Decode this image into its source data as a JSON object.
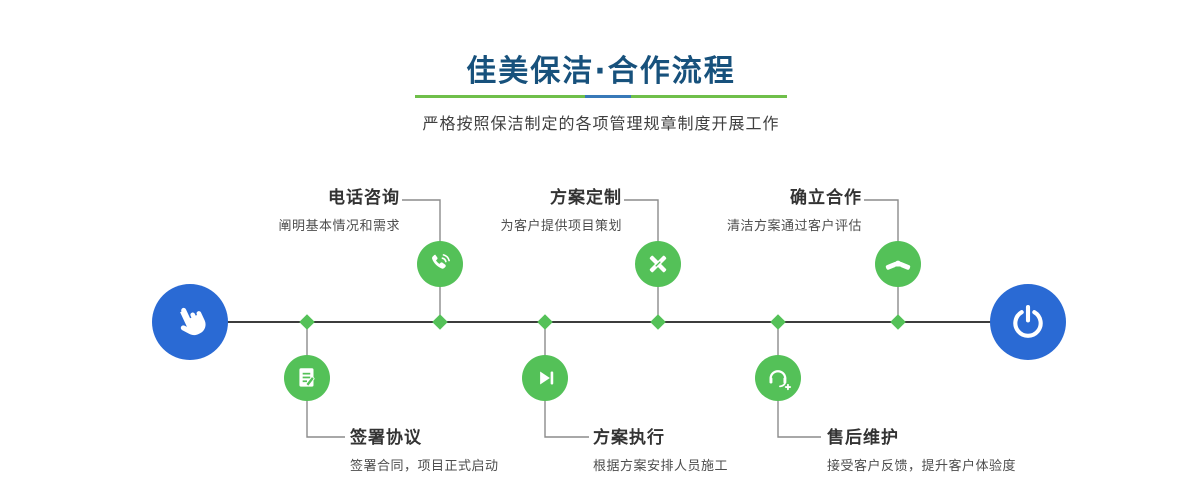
{
  "header": {
    "title": "佳美保洁·合作流程",
    "subtitle": "严格按照保洁制定的各项管理规章制度开展工作"
  },
  "timeline": {
    "start": {
      "icon": "pointing-hand-icon"
    },
    "end": {
      "icon": "power-icon"
    },
    "top_steps": [
      {
        "title": "电话咨询",
        "desc": "阐明基本情况和需求",
        "icon": "phone-icon"
      },
      {
        "title": "方案定制",
        "desc": "为客户提供项目策划",
        "icon": "pen-ruler-icon"
      },
      {
        "title": "确立合作",
        "desc": "清洁方案通过客户评估",
        "icon": "handshake-icon"
      }
    ],
    "bottom_steps": [
      {
        "title": "签署协议",
        "desc": "签署合同，项目正式启动",
        "icon": "contract-icon"
      },
      {
        "title": "方案执行",
        "desc": "根据方案安排人员施工",
        "icon": "play-icon"
      },
      {
        "title": "售后维护",
        "desc": "接受客户反馈，提升客户体验度",
        "icon": "headset-icon"
      }
    ]
  },
  "colors": {
    "title_blue": "#17517c",
    "node_green": "#54c158",
    "endpoint_blue": "#2a6ad4",
    "divider_green": "#6fbf4a",
    "divider_blue": "#3879b8",
    "line_dark": "#3c3c3c",
    "connector_gray": "#8c8c8c"
  }
}
